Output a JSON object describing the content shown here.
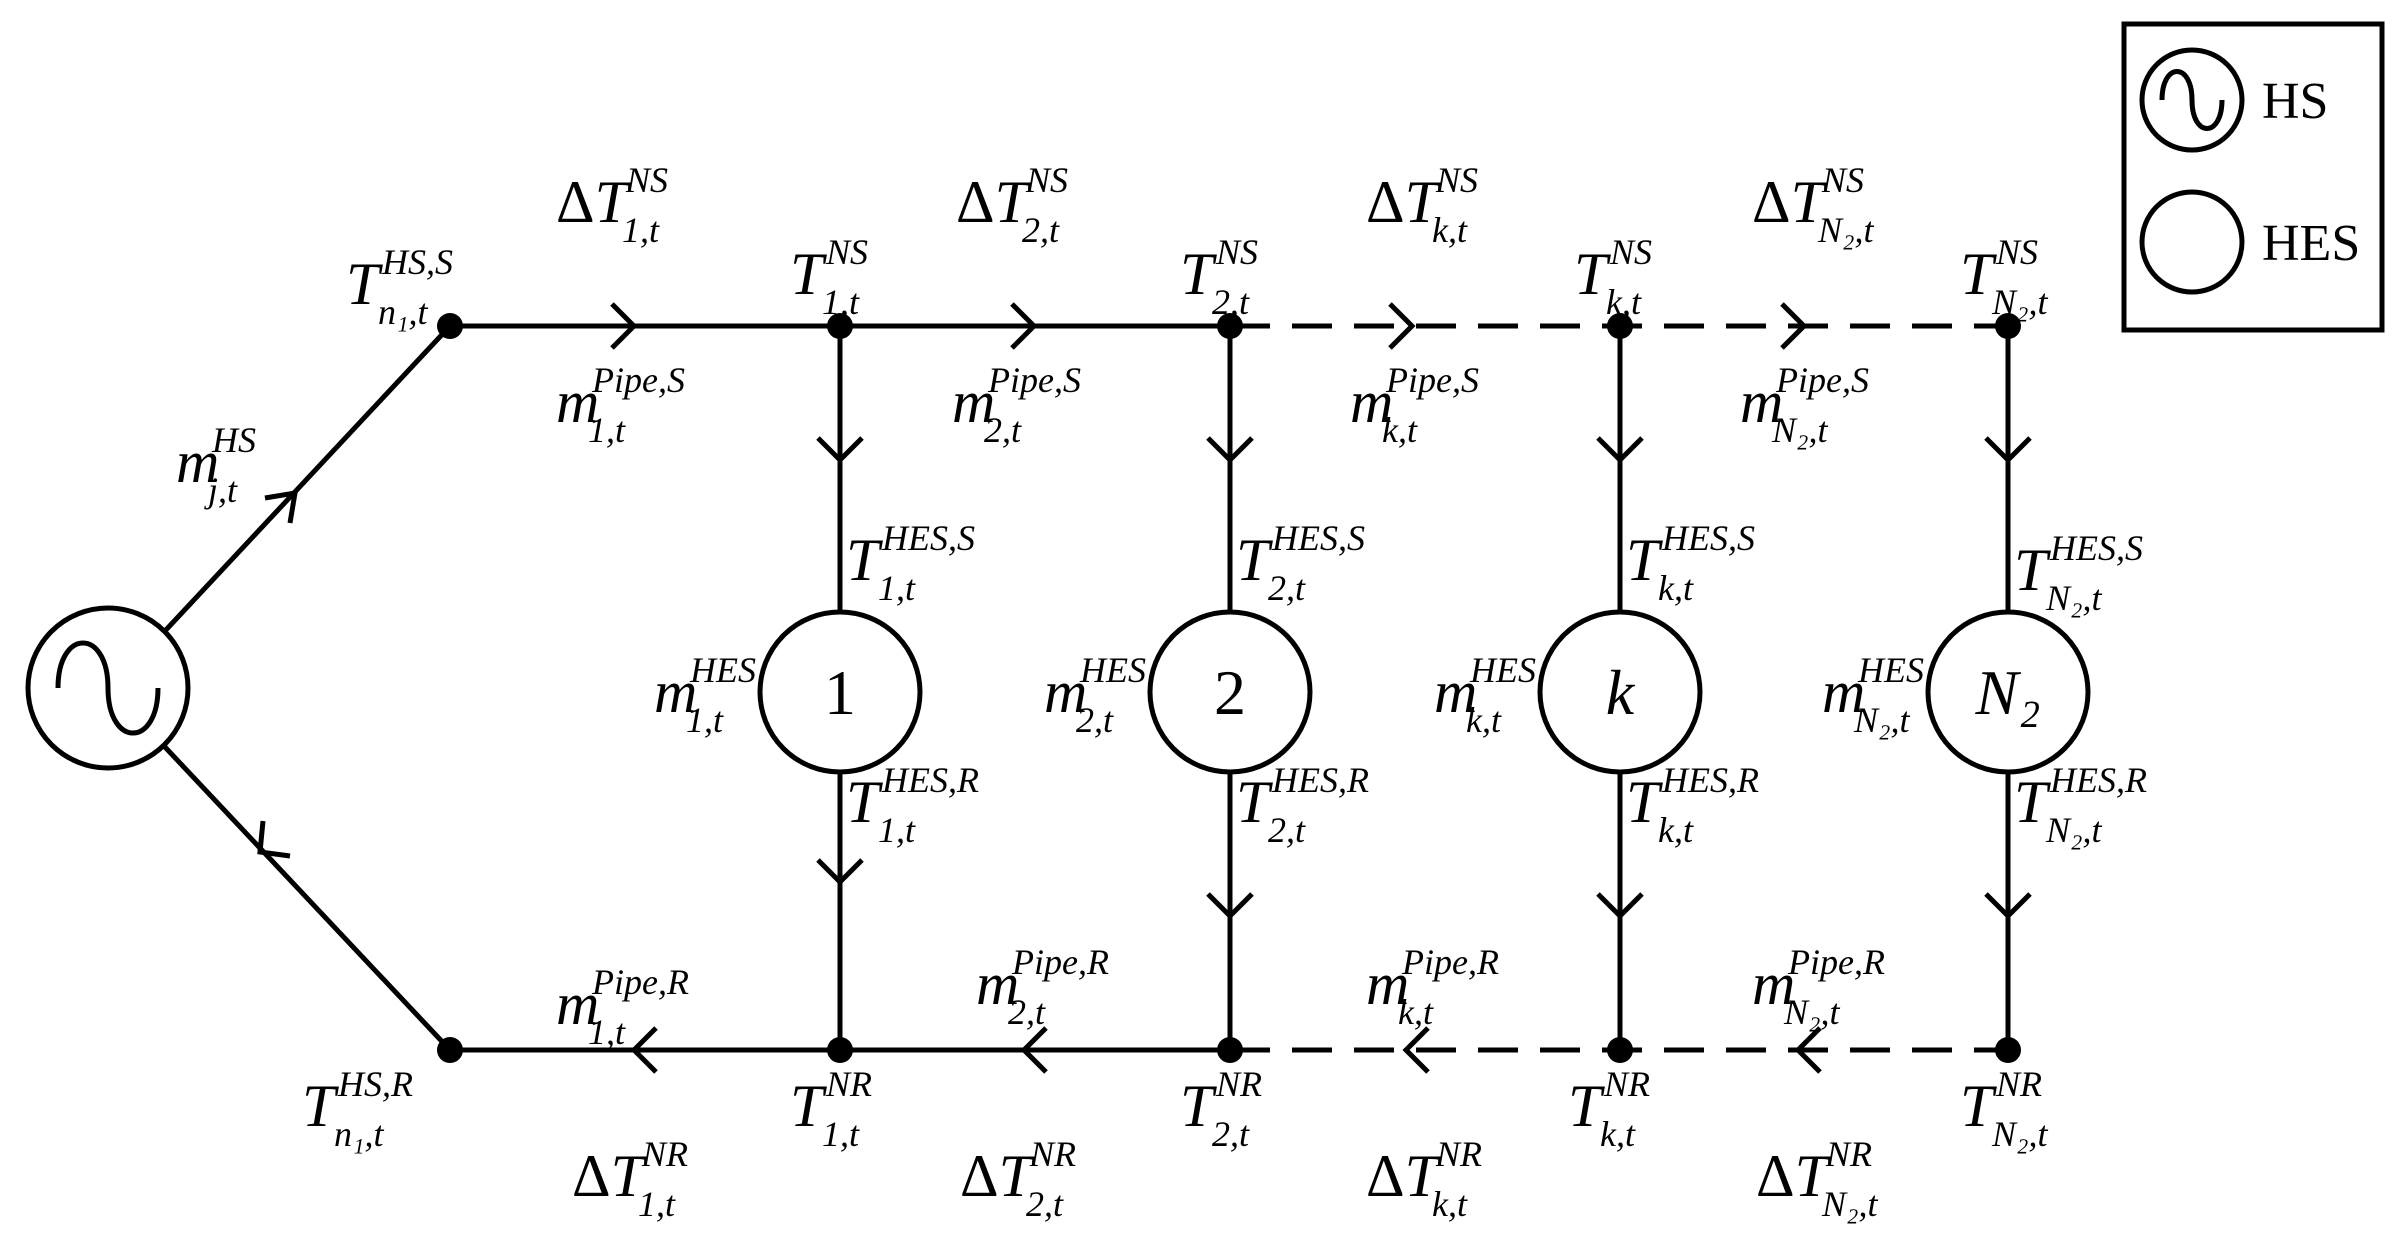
{
  "legend": {
    "items": [
      {
        "symbol": "sine-circle",
        "label": "HS"
      },
      {
        "symbol": "circle",
        "label": "HES"
      }
    ]
  },
  "hes_units": [
    "1",
    "2",
    "k",
    "N₂"
  ],
  "labels": {
    "dT_NS_1": {
      "base": "ΔT",
      "sup": "NS",
      "sub": "1,t"
    },
    "dT_NS_2": {
      "base": "ΔT",
      "sup": "NS",
      "sub": "2,t"
    },
    "dT_NS_k": {
      "base": "ΔT",
      "sup": "NS",
      "sub": "k,t"
    },
    "dT_NS_N": {
      "base": "ΔT",
      "sup": "NS",
      "sub": "N₂,t"
    },
    "T_HS_S": {
      "base": "T",
      "sup": "HS,S",
      "sub": "n₁,t"
    },
    "T_HS_R": {
      "base": "T",
      "sup": "HS,R",
      "sub": "n₁,t"
    },
    "T_NS_1": {
      "base": "T",
      "sup": "NS",
      "sub": "1,t"
    },
    "T_NS_2": {
      "base": "T",
      "sup": "NS",
      "sub": "2,t"
    },
    "T_NS_k": {
      "base": "T",
      "sup": "NS",
      "sub": "k,t"
    },
    "T_NS_N": {
      "base": "T",
      "sup": "NS",
      "sub": "N₂,t"
    },
    "m_pipeS_1": {
      "base": "m",
      "sup": "Pipe,S",
      "sub": "1,t"
    },
    "m_pipeS_2": {
      "base": "m",
      "sup": "Pipe,S",
      "sub": "2,t"
    },
    "m_pipeS_k": {
      "base": "m",
      "sup": "Pipe,S",
      "sub": "k,t"
    },
    "m_pipeS_N": {
      "base": "m",
      "sup": "Pipe,S",
      "sub": "N₂,t"
    },
    "m_HS": {
      "base": "m",
      "sup": "HS",
      "sub": "j,t"
    },
    "T_HESS_1": {
      "base": "T",
      "sup": "HES,S",
      "sub": "1,t"
    },
    "T_HESS_2": {
      "base": "T",
      "sup": "HES,S",
      "sub": "2,t"
    },
    "T_HESS_k": {
      "base": "T",
      "sup": "HES,S",
      "sub": "k,t"
    },
    "T_HESS_N": {
      "base": "T",
      "sup": "HES,S",
      "sub": "N₂,t"
    },
    "m_HES_1": {
      "base": "m",
      "sup": "HES",
      "sub": "1,t"
    },
    "m_HES_2": {
      "base": "m",
      "sup": "HES",
      "sub": "2,t"
    },
    "m_HES_k": {
      "base": "m",
      "sup": "HES",
      "sub": "k,t"
    },
    "m_HES_N": {
      "base": "m",
      "sup": "HES",
      "sub": "N₂,t"
    },
    "T_HESR_1": {
      "base": "T",
      "sup": "HES,R",
      "sub": "1,t"
    },
    "T_HESR_2": {
      "base": "T",
      "sup": "HES,R",
      "sub": "2,t"
    },
    "T_HESR_k": {
      "base": "T",
      "sup": "HES,R",
      "sub": "k,t"
    },
    "T_HESR_N": {
      "base": "T",
      "sup": "HES,R",
      "sub": "N₂,t"
    },
    "m_pipeR_1": {
      "base": "m",
      "sup": "Pipe,R",
      "sub": "1,t"
    },
    "m_pipeR_2": {
      "base": "m",
      "sup": "Pipe,R",
      "sub": "2,t"
    },
    "m_pipeR_k": {
      "base": "m",
      "sup": "Pipe,R",
      "sub": "k,t"
    },
    "m_pipeR_N": {
      "base": "m",
      "sup": "Pipe,R",
      "sub": "N₂,t"
    },
    "T_NR_1": {
      "base": "T",
      "sup": "NR",
      "sub": "1,t"
    },
    "T_NR_2": {
      "base": "T",
      "sup": "NR",
      "sub": "2,t"
    },
    "T_NR_k": {
      "base": "T",
      "sup": "NR",
      "sub": "k,t"
    },
    "T_NR_N": {
      "base": "T",
      "sup": "NR",
      "sub": "N₂,t"
    },
    "dT_NR_1": {
      "base": "ΔT",
      "sup": "NR",
      "sub": "1,t"
    },
    "dT_NR_2": {
      "base": "ΔT",
      "sup": "NR",
      "sub": "2,t"
    },
    "dT_NR_k": {
      "base": "ΔT",
      "sup": "NR",
      "sub": "k,t"
    },
    "dT_NR_N": {
      "base": "ΔT",
      "sup": "NR",
      "sub": "N₂,t"
    }
  }
}
